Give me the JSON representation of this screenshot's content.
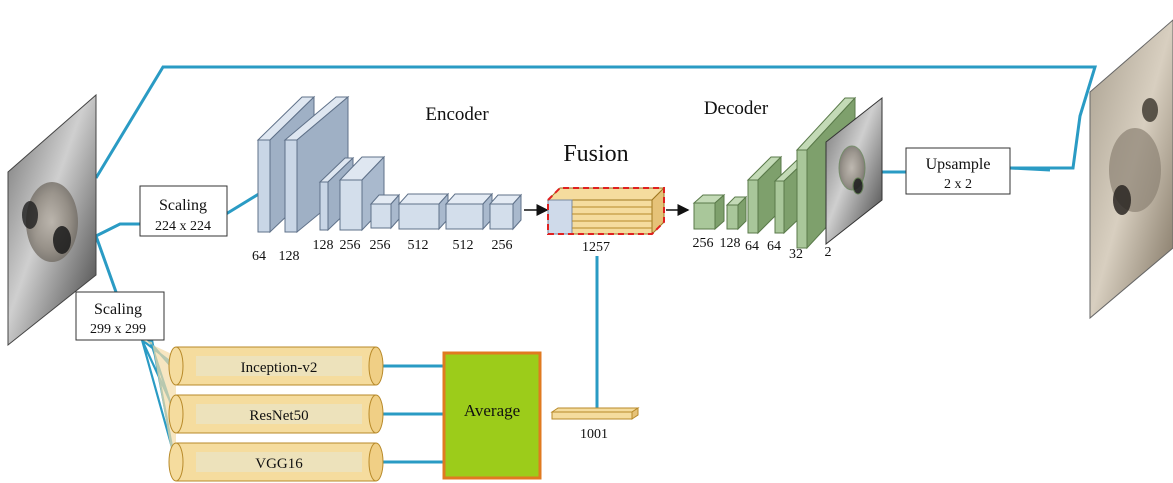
{
  "titles": {
    "encoder": "Encoder",
    "decoder": "Decoder",
    "fusion": "Fusion"
  },
  "boxes": {
    "scaling_top": {
      "line1": "Scaling",
      "line2": "224 x 224"
    },
    "scaling_bottom": {
      "line1": "Scaling",
      "line2": "299 x 299"
    },
    "upsample": {
      "line1": "Upsample",
      "line2": "2 x 2"
    },
    "average": "Average"
  },
  "encoder_labels": [
    "64",
    "128",
    "128",
    "256",
    "256",
    "512",
    "512",
    "256"
  ],
  "fusion_label": "1257",
  "decoder_labels": [
    "256",
    "128",
    "64",
    "64",
    "32",
    "2"
  ],
  "networks": [
    "Inception-v2",
    "ResNet50",
    "VGG16"
  ],
  "vector_label": "1001",
  "colors": {
    "line": "#2a9bc4",
    "encoder_face": "#c9d6e6",
    "encoder_side": "#9fb0c5",
    "decoder_face": "#a9c79a",
    "decoder_side": "#7ea06c",
    "cylinder": "#f5dc9e",
    "average_fill": "#9ccc1a",
    "average_border": "#e07a20",
    "fusion_dash": "#e02020"
  }
}
